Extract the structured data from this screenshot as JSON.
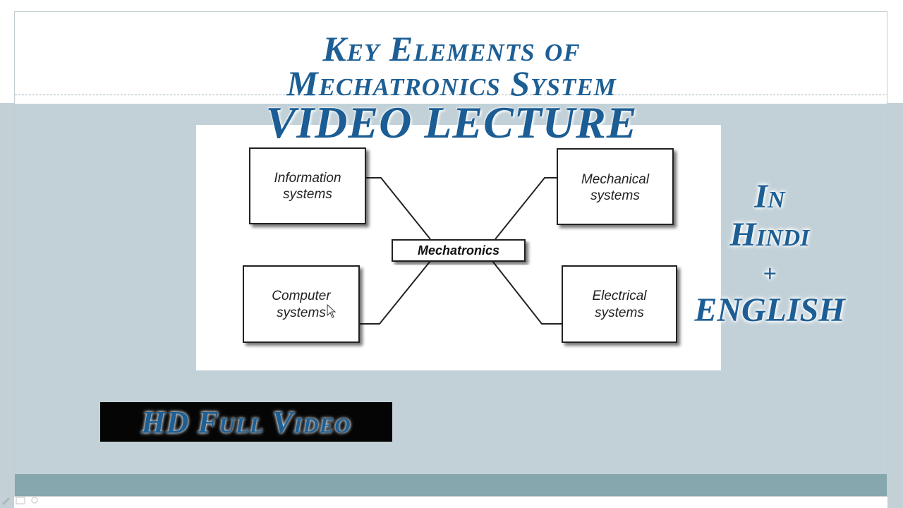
{
  "slide": {
    "title_line1": "Key Elements of",
    "title_line2": "Mechatronics System",
    "title_line3": "VIDEO LECTURE"
  },
  "diagram": {
    "center": "Mechatronics",
    "boxes": [
      {
        "line1": "Information",
        "line2": "systems"
      },
      {
        "line1": "Mechanical",
        "line2": "systems"
      },
      {
        "line1": "Computer",
        "line2": "systems"
      },
      {
        "line1": "Electrical",
        "line2": "systems"
      }
    ]
  },
  "side_text": {
    "in": "In",
    "hindi": "Hindi",
    "plus": "+",
    "english": "ENGLISH"
  },
  "badge": {
    "label": "HD Full Video"
  },
  "colors": {
    "title": "#1d5f95",
    "content_band": "#c2d1d8",
    "footer_band": "#86a7ad",
    "badge_bg": "#050505"
  },
  "icons": {
    "cursor": "arrow-cursor-icon",
    "presenter_tools": [
      "pen-icon",
      "slides-icon",
      "options-icon"
    ]
  }
}
